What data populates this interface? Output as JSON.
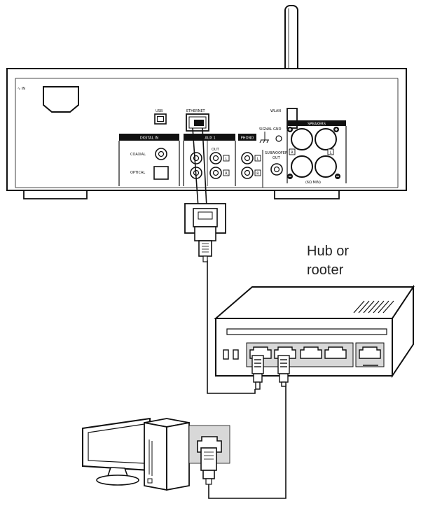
{
  "device": {
    "ac_in": "∿ IN",
    "usb": "USB",
    "ethernet": "ETHERNET",
    "wlan": "WLAN",
    "signal_gnd": "SIGNAL GND",
    "speakers": "SPEAKERS",
    "speakers_ohms": "(6Ω MIN)",
    "digital_in": "DIGITAL IN",
    "coaxial": "COAXIAL",
    "optical": "OPTICAL",
    "aux1": "AUX 1",
    "out": "OUT",
    "phono": "PHONO",
    "subwoofer": "SUBWOOFER",
    "subwoofer_out": "OUT",
    "left": "L",
    "right": "R"
  },
  "hub": {
    "label_line1": "Hub or",
    "label_line2": "rooter"
  }
}
